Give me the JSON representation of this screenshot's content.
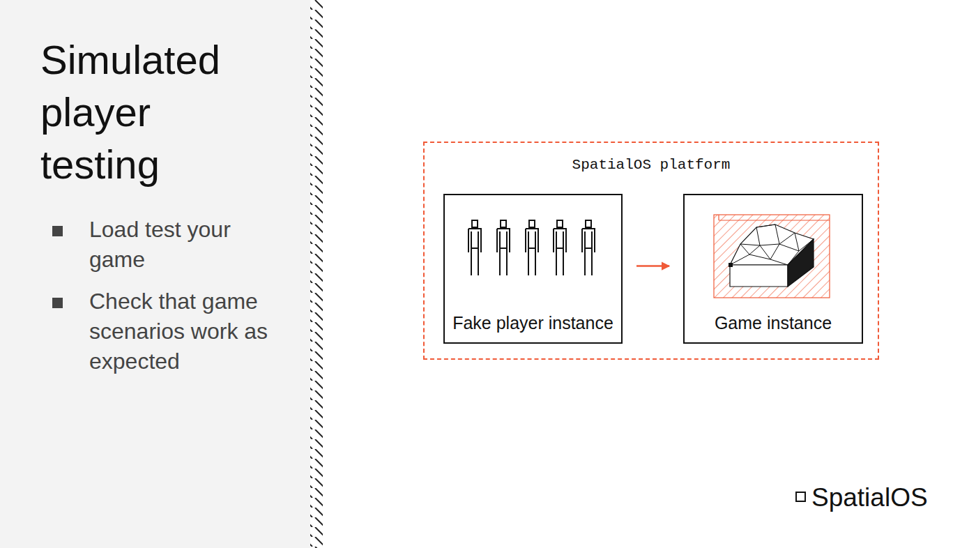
{
  "diagram": {
    "title": "Simulated player testing",
    "nodes": [
      {
        "text": [
          "SpatialOS platform"
        ]
      },
      {
        "text": [
          "Fake player instance"
        ],
        "in": 0
      },
      {
        "text": [
          "Game instance"
        ],
        "in": 0
      }
    ],
    "edges": [
      {
        "from": 1,
        "to": 2,
        "arrow": "to"
      }
    ],
    "labels": [
      "Load test your game",
      "Check that game scenarios work as expected",
      "SpatialOS"
    ]
  }
}
